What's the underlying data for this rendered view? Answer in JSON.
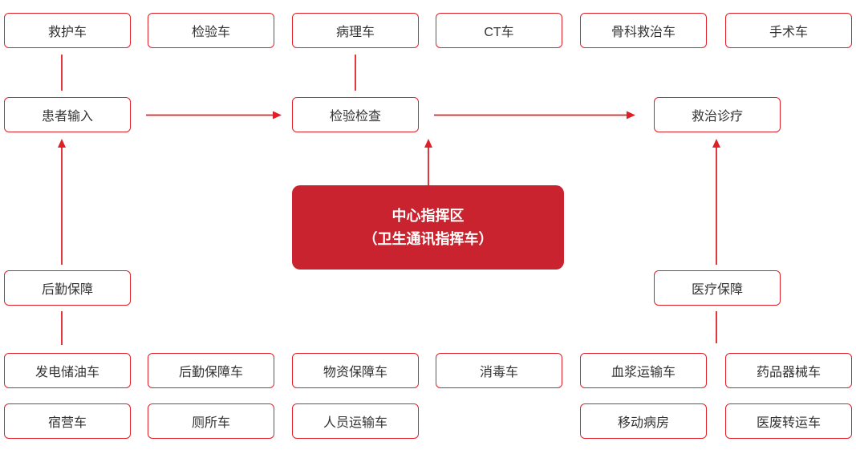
{
  "colors": {
    "accent_red": "#e01f27",
    "hub_fill": "#c8232e",
    "hub_text": "#ffffff",
    "node_text": "#333333",
    "background": "#ffffff"
  },
  "hub": {
    "line1": "中心指挥区",
    "line2": "（卫生通讯指挥车）"
  },
  "nodes": [
    {
      "id": "ambulance",
      "label": "救护车"
    },
    {
      "id": "test-vehicle",
      "label": "检验车"
    },
    {
      "id": "pathology-vehicle",
      "label": "病理车"
    },
    {
      "id": "ct-vehicle",
      "label": "CT车"
    },
    {
      "id": "orthopedic-rescue-vehicle",
      "label": "骨科救治车"
    },
    {
      "id": "surgery-vehicle",
      "label": "手术车"
    },
    {
      "id": "patient-input",
      "label": "患者输入"
    },
    {
      "id": "exam-check",
      "label": "检验检查"
    },
    {
      "id": "treatment",
      "label": "救治诊疗"
    },
    {
      "id": "logistics-support",
      "label": "后勤保障"
    },
    {
      "id": "medical-support",
      "label": "医疗保障"
    },
    {
      "id": "power-oil-vehicle",
      "label": "发电储油车"
    },
    {
      "id": "logistics-support-vehicle",
      "label": "后勤保障车"
    },
    {
      "id": "supplies-vehicle",
      "label": "物资保障车"
    },
    {
      "id": "disinfection-vehicle",
      "label": "消毒车"
    },
    {
      "id": "plasma-transport-vehicle",
      "label": "血浆运输车"
    },
    {
      "id": "medicine-equipment-vehicle",
      "label": "药品器械车"
    },
    {
      "id": "camp-vehicle",
      "label": "宿营车"
    },
    {
      "id": "toilet-vehicle",
      "label": "厕所车"
    },
    {
      "id": "personnel-transport-vehicle",
      "label": "人员运输车"
    },
    {
      "id": "mobile-ward",
      "label": "移动病房"
    },
    {
      "id": "medical-waste-vehicle",
      "label": "医废转运车"
    }
  ]
}
